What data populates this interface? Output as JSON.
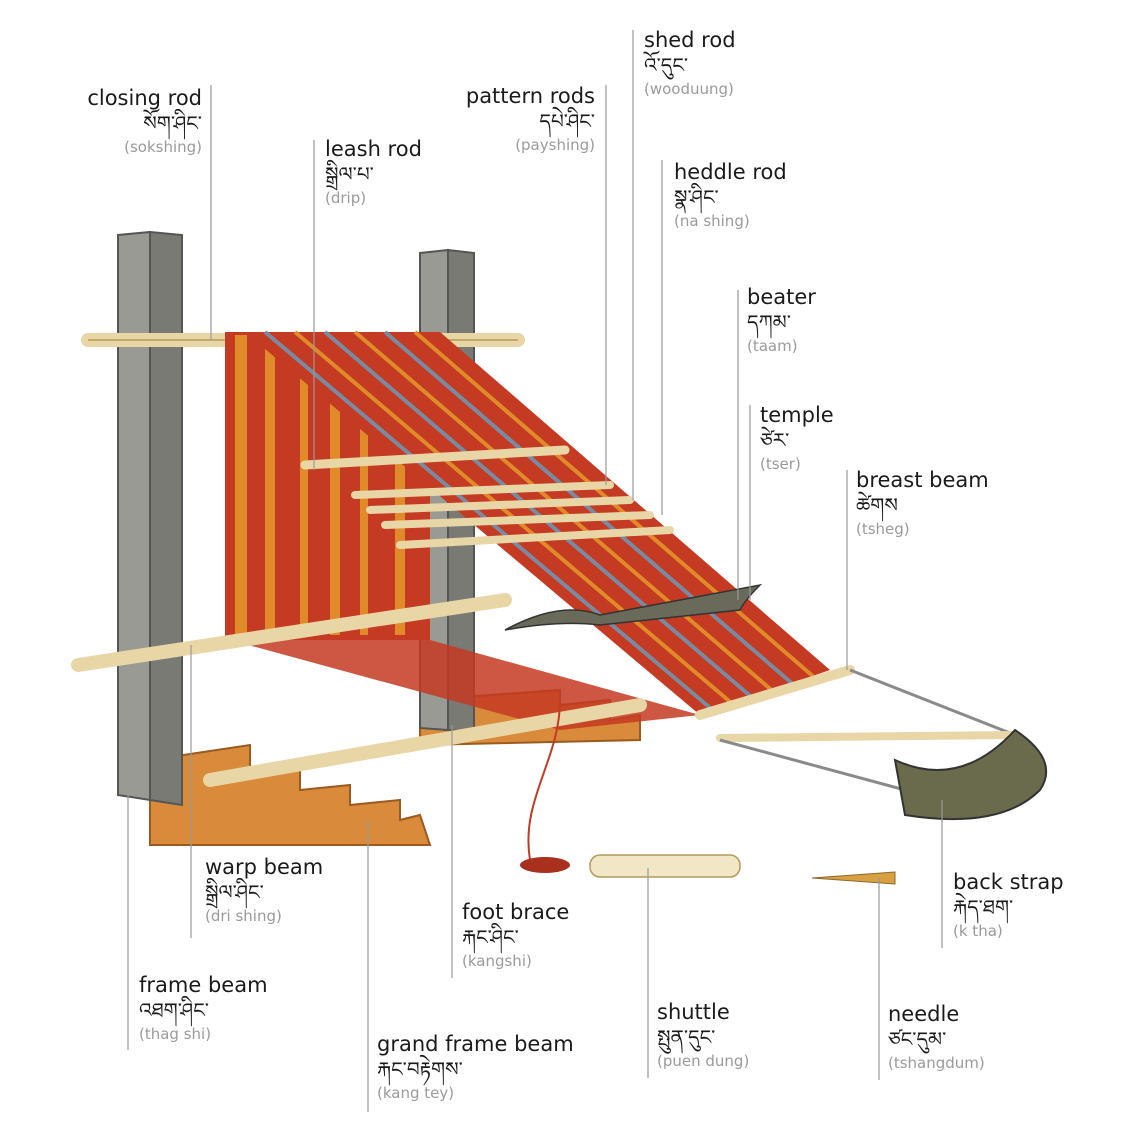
{
  "labels": {
    "closing_rod": {
      "en": "closing rod",
      "tib": "སོག་ཤིང་",
      "tr": "(sokshing)"
    },
    "leash_rod": {
      "en": "leash rod",
      "tib": "སྒྲིལ་པ་",
      "tr": "(drip)"
    },
    "pattern_rods": {
      "en": "pattern rods",
      "tib": "དཔེ་ཤིང་",
      "tr": "(payshing)"
    },
    "shed_rod": {
      "en": "shed rod",
      "tib": "འོ་དུང་",
      "tr": "(wooduung)"
    },
    "heddle_rod": {
      "en": "heddle rod",
      "tib": "སྣ་ཤིང་",
      "tr": "(na shing)"
    },
    "beater": {
      "en": "beater",
      "tib": "དཀམ་",
      "tr": "(taam)"
    },
    "temple": {
      "en": "temple",
      "tib": "ཙེར་",
      "tr": "(tser)"
    },
    "breast_beam": {
      "en": "breast beam",
      "tib": "ཚེགས",
      "tr": "(tsheg)"
    },
    "warp_beam": {
      "en": "warp beam",
      "tib": "སྒྲིལ་ཤིང་",
      "tr": "(dri shing)"
    },
    "frame_beam": {
      "en": "frame beam",
      "tib": "འཐག་ཤིང་",
      "tr": "(thag shi)"
    },
    "foot_brace": {
      "en": "foot brace",
      "tib": "རྐང་ཤིང་",
      "tr": "(kangshi)"
    },
    "grand_frame_beam": {
      "en": "grand frame beam",
      "tib": "རྐང་བརྟེགས་",
      "tr": "(kang tey)"
    },
    "shuttle": {
      "en": "shuttle",
      "tib": "སྤུན་དུང་",
      "tr": "(puen dung)"
    },
    "needle": {
      "en": "needle",
      "tib": "ཙང་དུམ་",
      "tr": "(tshangdum)"
    },
    "back_strap": {
      "en": "back strap",
      "tib": "རྐེད་ཐག་",
      "tr": "(k tha)"
    }
  },
  "colors": {
    "post": "#8c8c86",
    "wood": "#e9d6a6",
    "base": "#d98a3a",
    "cloth_red": "#c43a22",
    "cloth_orange": "#e08a2a",
    "warp_blue": "#7a8aa0",
    "strap": "#6a6a4c",
    "leader": "#9a9a9a"
  }
}
